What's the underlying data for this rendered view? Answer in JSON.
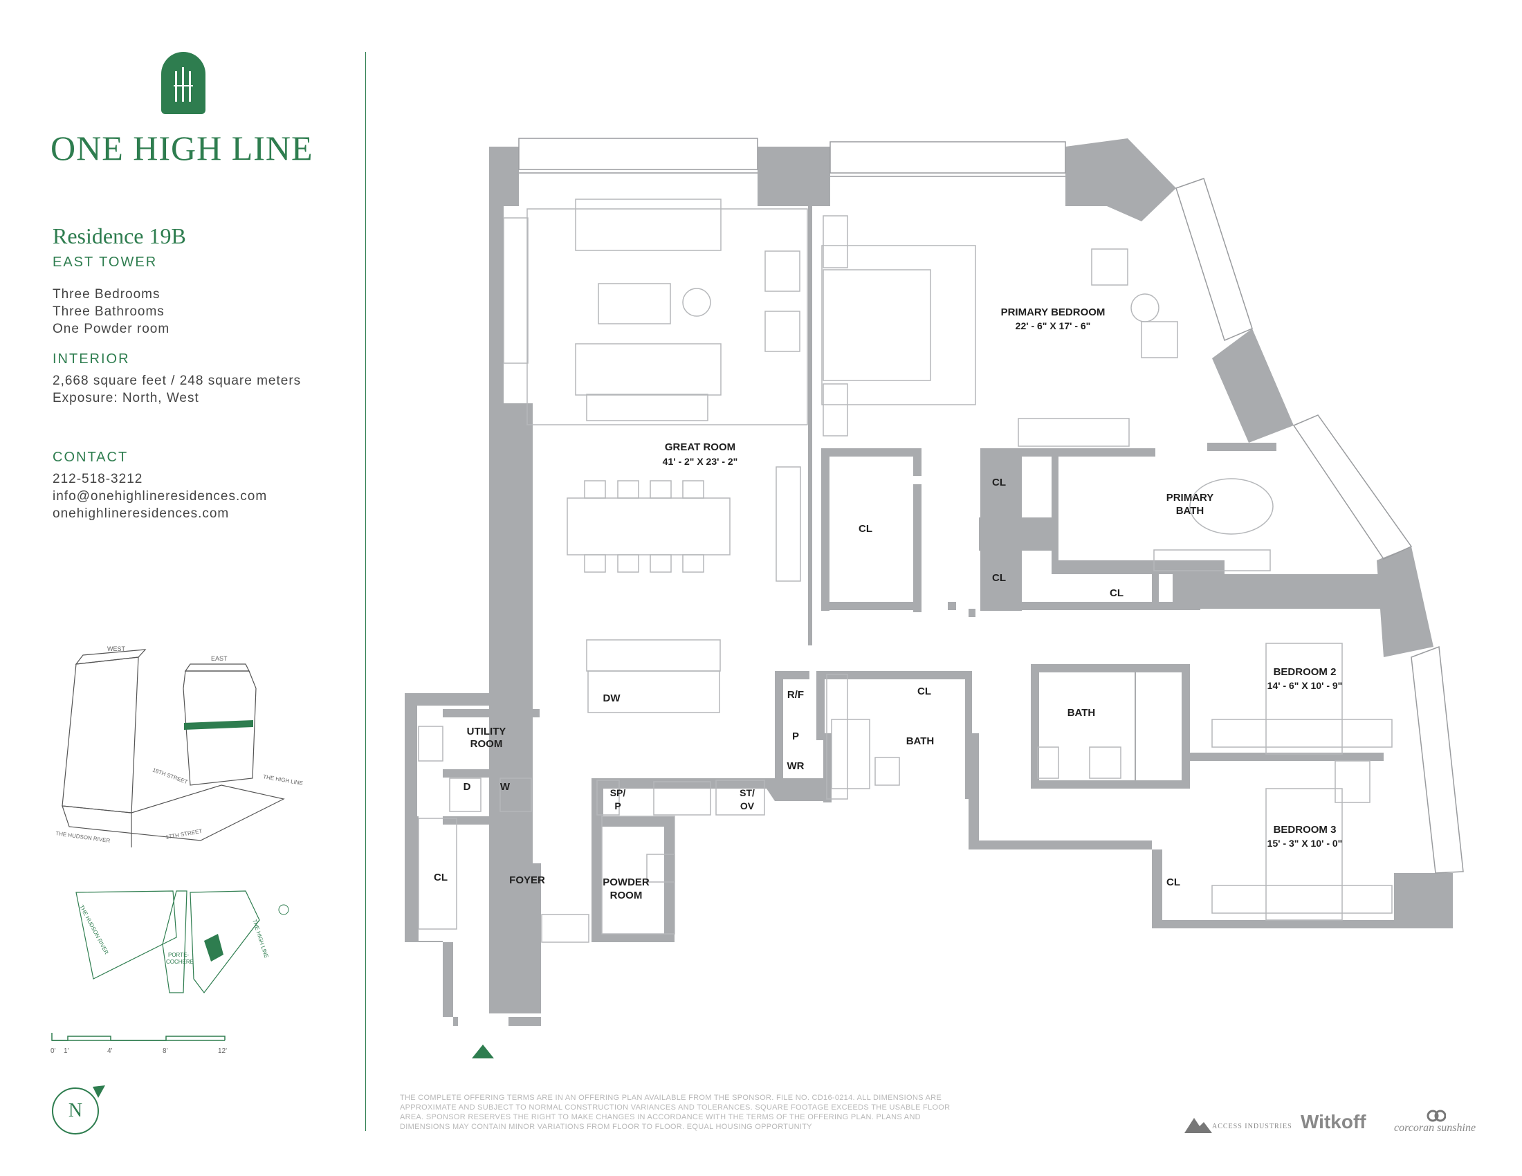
{
  "brand": {
    "name": "ONE HIGH LINE",
    "color": "#2e7d4f"
  },
  "residence": {
    "title": "Residence 19B",
    "tower": "EAST TOWER",
    "features": [
      "Three Bedrooms",
      "Three Bathrooms",
      "One Powder room"
    ],
    "interior_label": "INTERIOR",
    "size": "2,668 square feet / 248 square meters",
    "exposure": "Exposure: North, West"
  },
  "contact": {
    "label": "CONTACT",
    "phone": "212-518-3212",
    "email": "info@onehighlineresidences.com",
    "website": "onehighlineresidences.com"
  },
  "rooms": {
    "great_room": {
      "name": "GREAT ROOM",
      "dims": "41' - 2\" X 23' - 2\""
    },
    "primary_bedroom": {
      "name": "PRIMARY BEDROOM",
      "dims": "22' - 6\" X 17' - 6\""
    },
    "primary_bath": {
      "line1": "PRIMARY",
      "line2": "BATH"
    },
    "bedroom2": {
      "name": "BEDROOM 2",
      "dims": "14' - 6\" X 10' - 9\""
    },
    "bedroom3": {
      "name": "BEDROOM 3",
      "dims": "15' - 3\" X 10' - 0\""
    },
    "bath": "BATH",
    "cl": "CL",
    "utility": {
      "line1": "UTILITY",
      "line2": "ROOM"
    },
    "foyer": "FOYER",
    "powder": {
      "line1": "POWDER",
      "line2": "ROOM"
    },
    "rf": "R/F",
    "p": "P",
    "wr": "WR",
    "d": "D",
    "w": "W",
    "dw": "DW",
    "sp": {
      "line1": "SP/",
      "line2": "P"
    },
    "st": {
      "line1": "ST/",
      "line2": "OV"
    }
  },
  "building_diagram": {
    "west": "WEST",
    "east": "EAST",
    "street18": "18TH STREET",
    "street17": "17TH STREET",
    "high_line": "THE HIGH LINE",
    "hudson": "THE HUDSON RIVER"
  },
  "site_map": {
    "hudson": "THE HUDSON RIVER",
    "porte": "PORTE-",
    "cochere": "COCHERE",
    "high_line": "THE HIGH LINE"
  },
  "scale": {
    "ticks": [
      "0'",
      "1'",
      "4'",
      "8'",
      "12'"
    ]
  },
  "compass": "N",
  "disclaimer": "THE COMPLETE OFFERING TERMS ARE IN AN OFFERING PLAN AVAILABLE FROM THE SPONSOR. FILE NO. CD16-0214. ALL DIMENSIONS ARE APPROXIMATE AND SUBJECT TO NORMAL CONSTRUCTION VARIANCES AND TOLERANCES. SQUARE FOOTAGE EXCEEDS THE USABLE FLOOR AREA. SPONSOR RESERVES THE RIGHT TO MAKE CHANGES IN ACCORDANCE WITH THE TERMS OF THE OFFERING PLAN. PLANS AND DIMENSIONS MAY CONTAIN MINOR VARIATIONS FROM FLOOR TO FLOOR. EQUAL HOUSING OPPORTUNITY",
  "partners": {
    "access": "ACCESS INDUSTRIES",
    "witkoff": "Witkoff",
    "corcoran": "corcoran sunshine"
  }
}
